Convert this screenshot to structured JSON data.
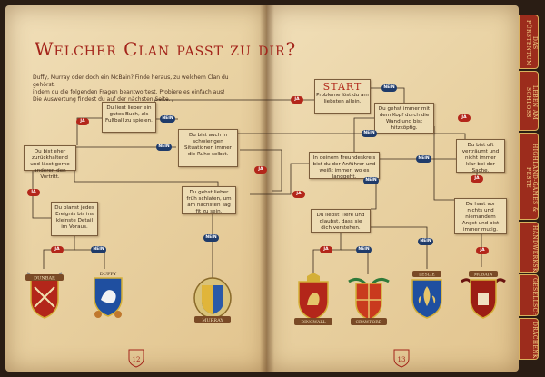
{
  "title": "Welcher Clan passt zu dir?",
  "intro": [
    "Duffy, Murray oder doch ein McBain? Finde heraus, zu welchem Clan du gehörst,",
    "indem du die folgenden Fragen beantwortest. Probiere es einfach aus!",
    "Die Auswertung findest du auf der nächsten Seite."
  ],
  "start": {
    "label": "START",
    "question": "Probleme löst du am liebsten allein."
  },
  "questions": {
    "q1": "Du liest lieber ein gutes Buch, als Fußball zu spielen.",
    "q2": "Du bist auch in schwierigen Situationen immer die Ruhe selbst.",
    "q3": "Du bist eher zurückhaltend und lässt gerne anderen den Vortritt.",
    "q4": "Du gehst immer mit dem Kopf durch die Wand und bist hitzköpfig.",
    "q5": "In deinem Freundeskreis bist du der Anführer und weißt immer, wo es langgeht.",
    "q6": "Du bist oft verträumt und nicht immer klar bei der Sache.",
    "q7": "Du planst jedes Ereignis bis ins kleinste Detail im Voraus.",
    "q8": "Du gehst lieber früh schlafen, um am nächsten Tag fit zu sein.",
    "q9": "Du liebst Tiere und glaubst, dass sie dich verstehen.",
    "q10": "Du hast vor nichts und niemandem Angst und bist immer mutig."
  },
  "answers": {
    "yes": "JA",
    "no": "NEIN"
  },
  "clans": [
    "DUNBAR",
    "DUFFY",
    "MURRAY",
    "DINGWALL",
    "CRAWFORD",
    "LESLIE",
    "MCBAIN"
  ],
  "page_numbers": {
    "left": "12",
    "right": "13"
  },
  "tabs": [
    "DAS FÜRSTENTUM",
    "LEBEN AM SCHLOSS",
    "HIGHLAND-GAMES & FESTE",
    "HANDWERKSKUNST",
    "GESELLSCHAFT",
    "DRACHENKUNDE"
  ],
  "colors": {
    "accent_red": "#b3261a",
    "nein_blue": "#1f3b6a",
    "parchment": "#ead6a8",
    "tab_red": "#9c2c1c"
  }
}
